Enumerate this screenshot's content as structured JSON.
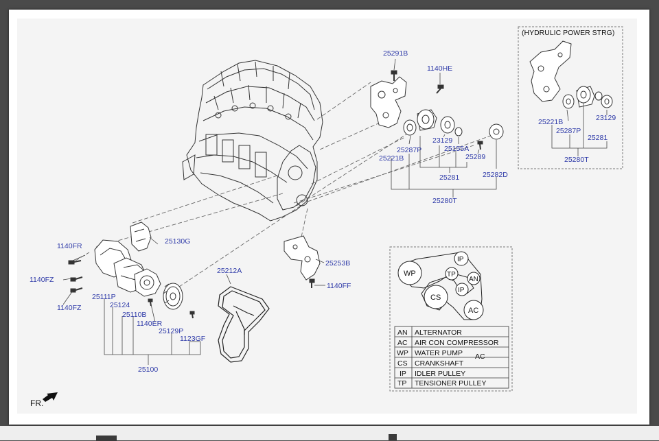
{
  "diagram": {
    "hydraulic_title": "(HYDRULIC POWER STRG)",
    "direction_label": "FR.",
    "part_numbers": {
      "p25291B": "25291B",
      "p1140HE": "1140HE",
      "p25221B": "25221B",
      "p25287P": "25287P",
      "p23129": "23129",
      "p25155A": "25155A",
      "p25289": "25289",
      "p25281": "25281",
      "p25282D": "25282D",
      "p25280T": "25280T",
      "h25221B": "25221B",
      "h25287P": "25287P",
      "h23129": "23129",
      "h25281": "25281",
      "h25280T": "25280T",
      "p25130G": "25130G",
      "p1140FR": "1140FR",
      "p1140FZ_a": "1140FZ",
      "p1140FZ_b": "1140FZ",
      "p25111P": "25111P",
      "p25124": "25124",
      "p25110B": "25110B",
      "p1140ER": "1140ER",
      "p25129P": "25129P",
      "p1123GF": "1123GF",
      "p25100": "25100",
      "p25212A": "25212A",
      "p25253B": "25253B",
      "p1140FF": "1140FF"
    },
    "belt_routing": {
      "pulleys": {
        "wp": "WP",
        "ip1": "IP",
        "tp": "TP",
        "an": "AN",
        "ip2": "IP",
        "cs": "CS",
        "ac": "AC"
      },
      "legend": [
        {
          "code": "AN",
          "name": "ALTERNATOR"
        },
        {
          "code": "AC",
          "name": "AIR CON COMPRESSOR"
        },
        {
          "code": "WP",
          "name": "WATER PUMP"
        },
        {
          "code": "CS",
          "name": "CRANKSHAFT"
        },
        {
          "code": "IP",
          "name": "IDLER PULLEY"
        },
        {
          "code": "TP",
          "name": "TENSIONER PULLEY"
        }
      ],
      "stray_label": "AC"
    }
  }
}
